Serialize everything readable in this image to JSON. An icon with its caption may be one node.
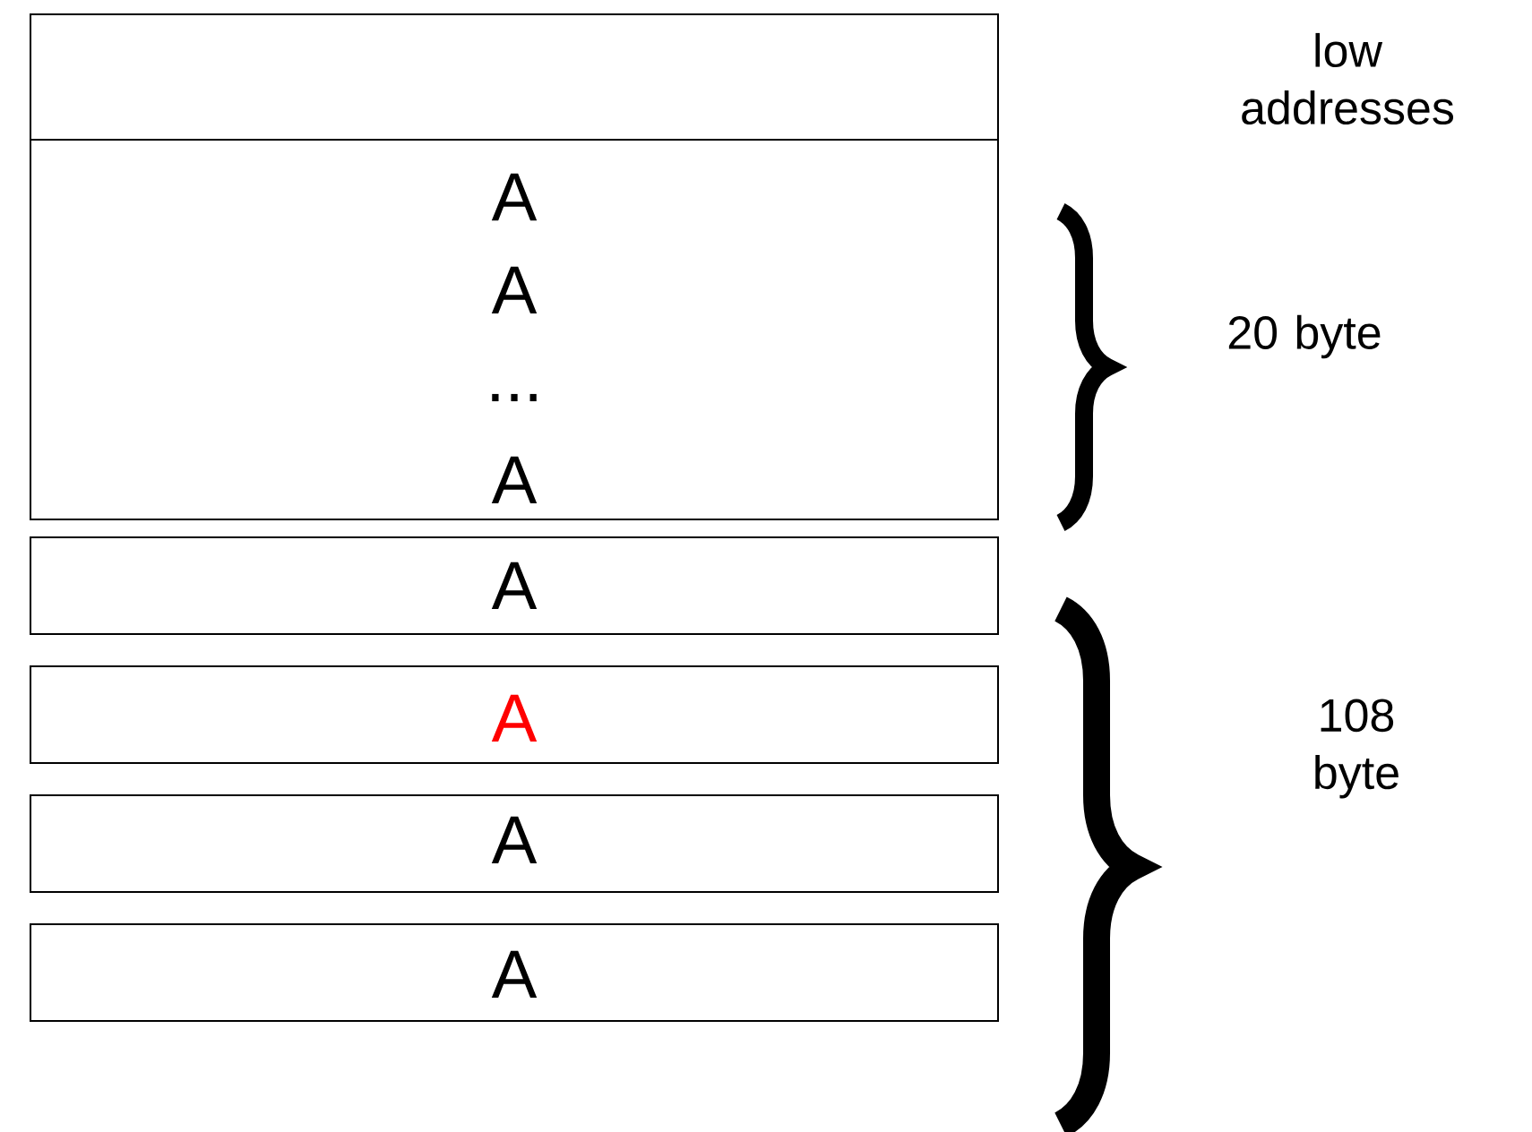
{
  "diagram": {
    "nodes": [
      {
        "text": [],
        "shape": "box"
      },
      {
        "text": [
          "A",
          "A",
          "...",
          "A"
        ]
      },
      {
        "text": [
          "A"
        ]
      },
      {
        "text": [
          "A"
        ]
      },
      {
        "text": [
          "A"
        ]
      },
      {
        "text": [
          "A"
        ]
      }
    ],
    "labels": [
      "low addresses",
      "20 byte",
      "108 byte"
    ]
  }
}
